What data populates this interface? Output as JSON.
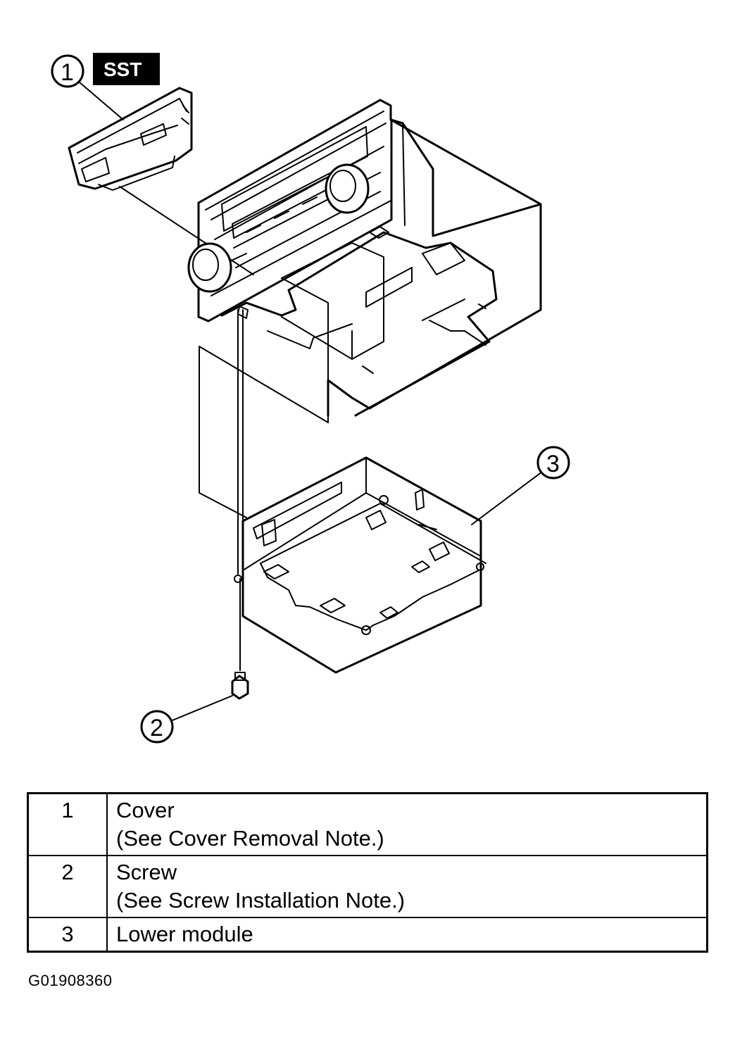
{
  "sst_label": "SST",
  "callouts": {
    "c1": "1",
    "c2": "2",
    "c3": "3"
  },
  "legend": [
    {
      "num": "1",
      "name": "Cover",
      "note": "(See Cover Removal Note.)"
    },
    {
      "num": "2",
      "name": "Screw",
      "note": "(See Screw Installation Note.)"
    },
    {
      "num": "3",
      "name": "Lower module",
      "note": ""
    }
  ],
  "figure_code": "G01908360"
}
